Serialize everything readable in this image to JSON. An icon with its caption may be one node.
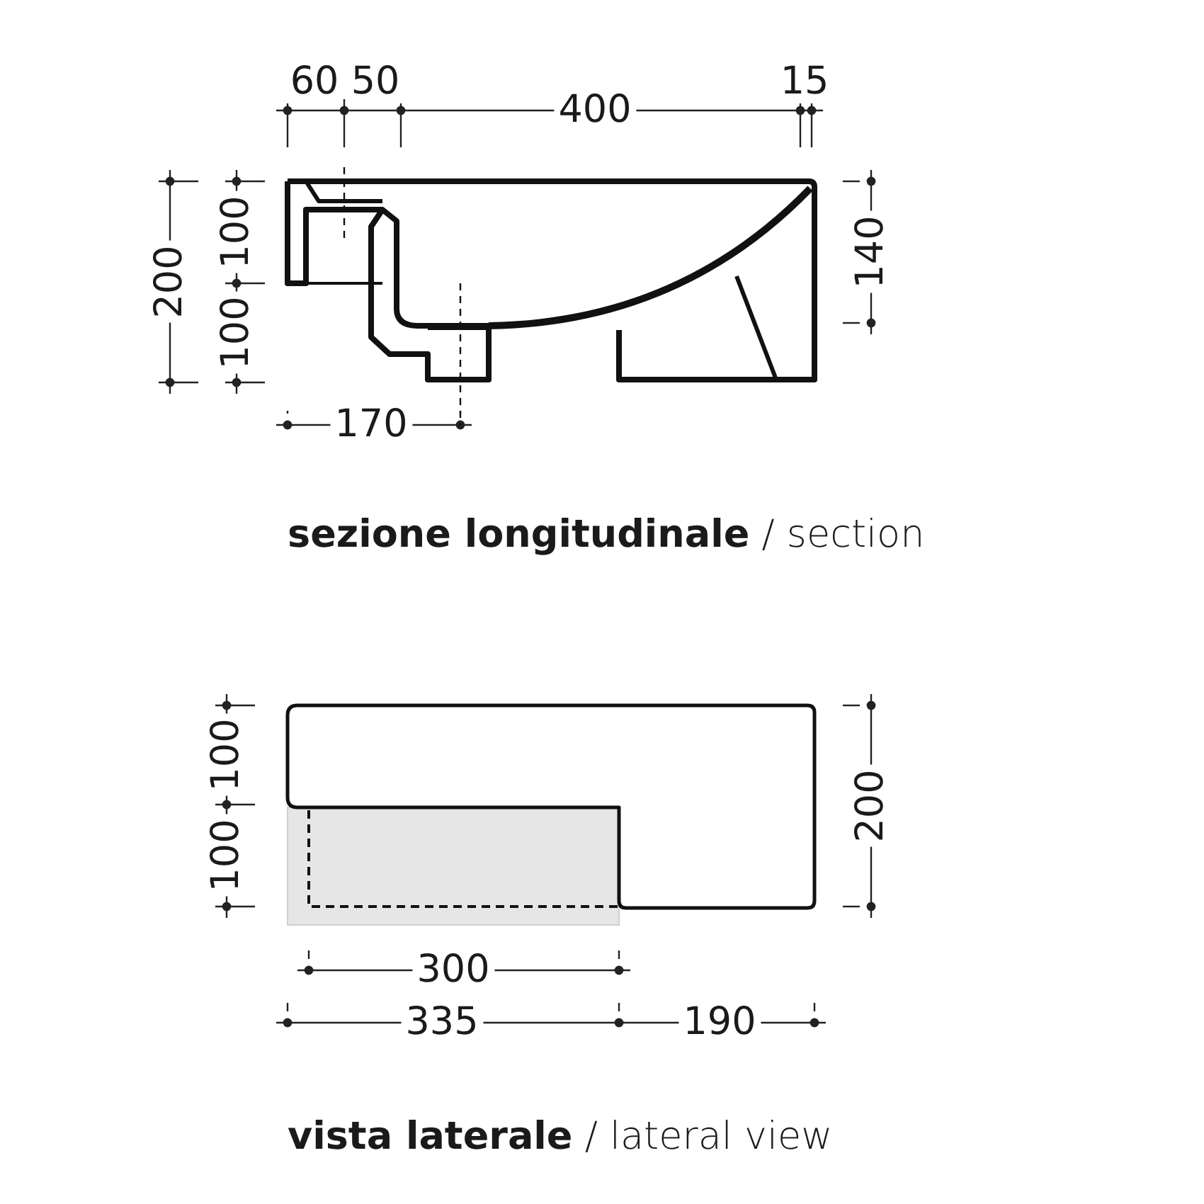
{
  "diagram": {
    "labels": [
      "60",
      "50",
      "15",
      "400",
      "200",
      "100",
      "100",
      "140",
      "170",
      "**sezione longitudinale** / section",
      "100",
      "100",
      "200",
      "300",
      "335",
      "190",
      "**vista laterale** / lateral view"
    ]
  }
}
